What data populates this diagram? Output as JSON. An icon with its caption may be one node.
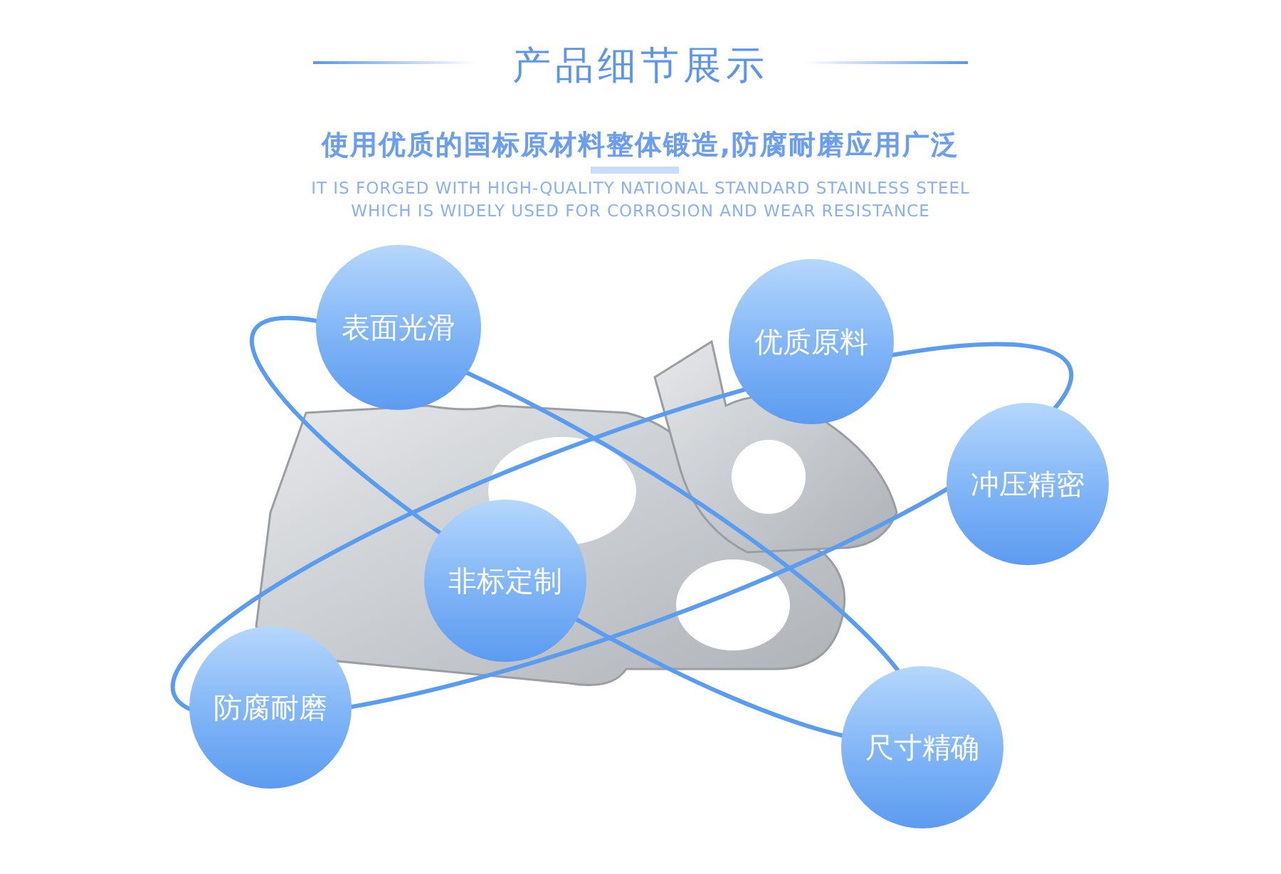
{
  "diagram": {
    "title": "产品细节展示",
    "nodes": [
      {
        "text": [
          "表面光滑"
        ]
      },
      {
        "text": [
          "优质原料"
        ]
      },
      {
        "text": [
          "冲压精密"
        ]
      },
      {
        "text": [
          "非标定制"
        ]
      },
      {
        "text": [
          "防腐耐磨"
        ]
      },
      {
        "text": [
          "尺寸精确"
        ]
      }
    ],
    "labels": [
      "使用优质的国标原材料整体锻造,防腐耐磨应用广泛",
      "IT IS FORGED WITH HIGH-QUALITY NATIONAL STANDARD STAINLESS STEEL WHICH IS WIDELY USED FOR CORROSION AND WEAR RESISTANCE"
    ]
  }
}
